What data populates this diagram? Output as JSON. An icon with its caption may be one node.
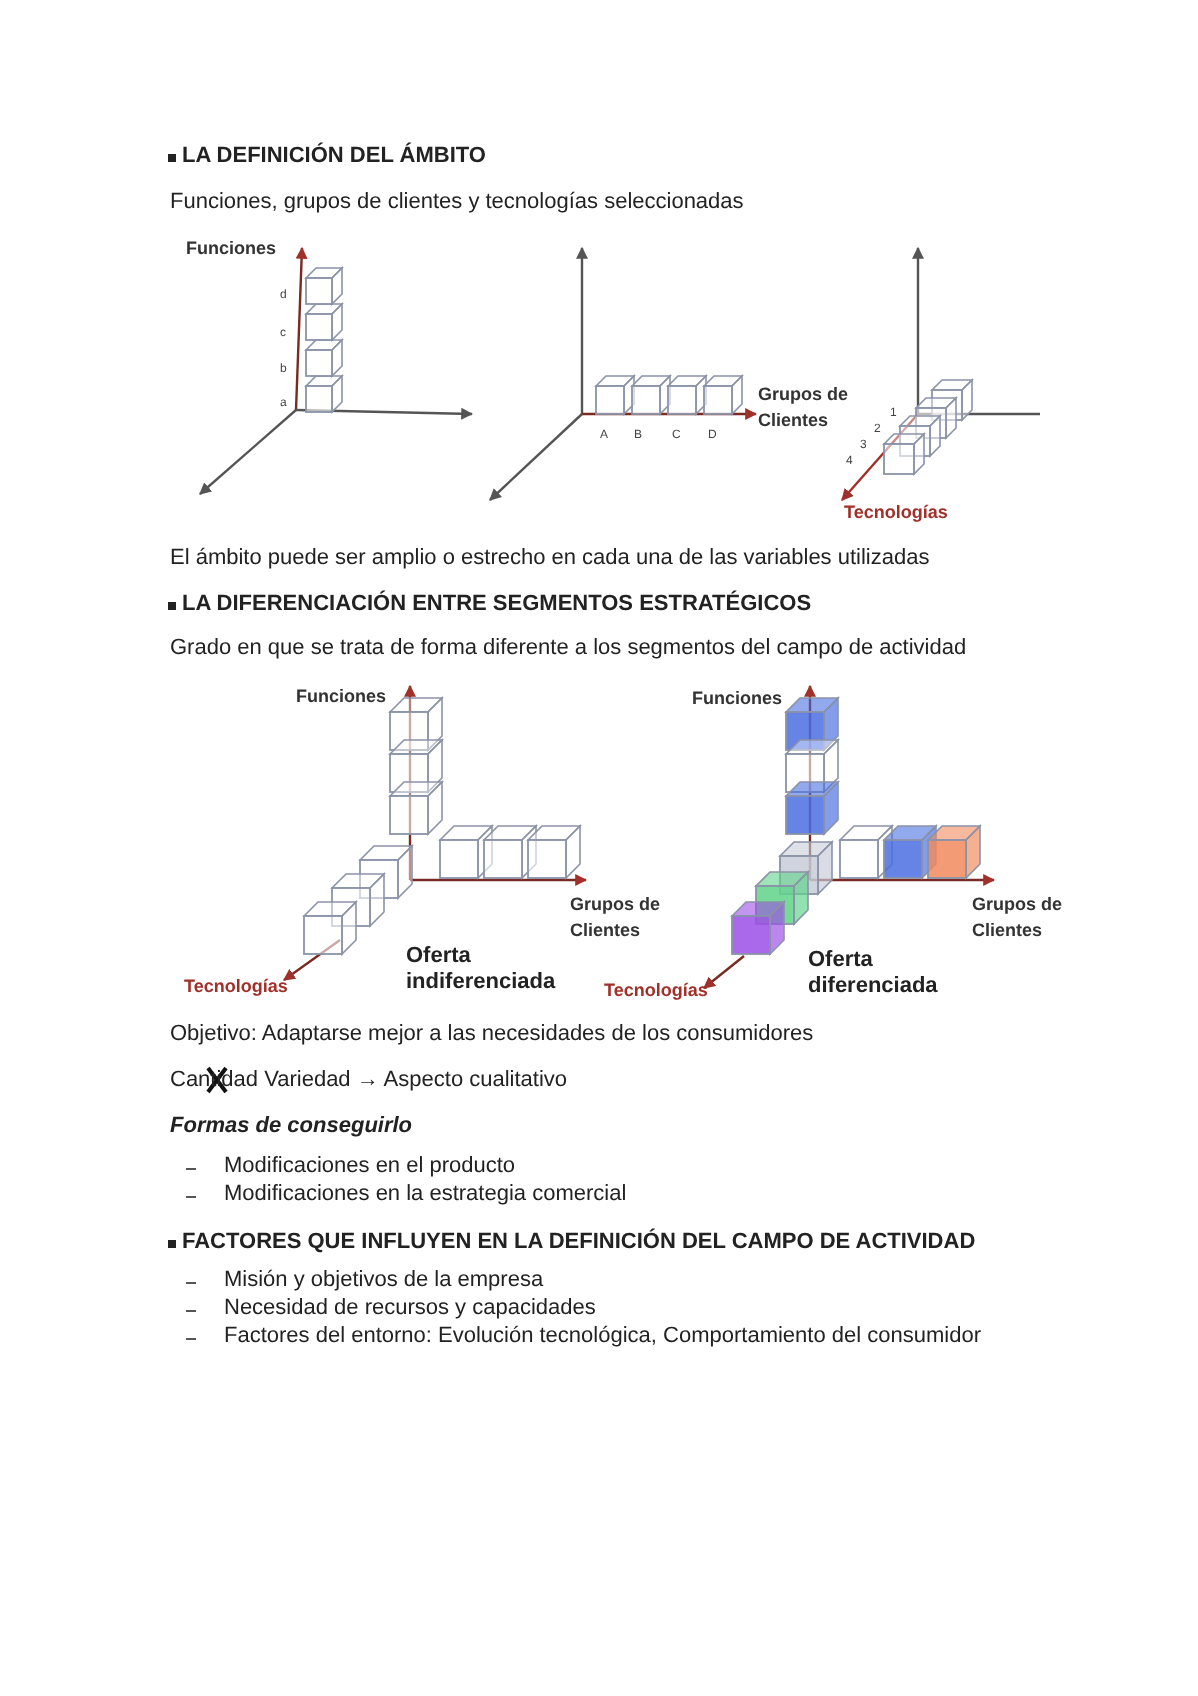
{
  "diagram": {
    "labels": [
      "LA DEFINICIÓN DEL ÁMBITO",
      "Funciones, grupos de clientes y tecnologías seleccionadas",
      "Funciones",
      "d",
      "c",
      "b",
      "a",
      "A",
      "B",
      "C",
      "D",
      "Grupos de Clientes",
      "1",
      "2",
      "3",
      "4",
      "Tecnologías",
      "El ámbito puede ser amplio o estrecho en cada una de las variables utilizadas",
      "LA DIFERENCIACIÓN ENTRE SEGMENTOS ESTRATÉGICOS",
      "Grado en que se trata de forma diferente a los segmentos del campo de actividad",
      "Funciones",
      "Grupos de Clientes",
      "Tecnologías",
      "Oferta indiferenciada",
      "Funciones",
      "Grupos de Clientes",
      "Tecnologías",
      "Oferta diferenciada",
      "Objetivo: Adaptarse mejor a las necesidades de los consumidores",
      "Cantidad Variedad → Aspecto cualitativo",
      "Formas de conseguirlo",
      "Modificaciones en el producto",
      "Modificaciones en la estrategia comercial",
      "FACTORES QUE INFLUYEN EN LA DEFINICIÓN DEL CAMPO DE ACTIVIDAD",
      "Misión y objetivos de la empresa",
      "Necesidad de recursos y capacidades",
      "Factores del entorno: Evolución tecnológica, Comportamiento del consumidor"
    ]
  }
}
